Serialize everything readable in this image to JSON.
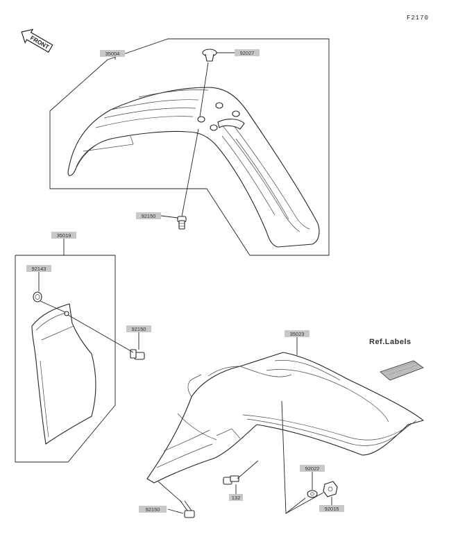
{
  "figure_number": "F2170",
  "front_indicator": "FRONT",
  "ref_labels": "Ref.Labels",
  "part_labels": {
    "front_fender": "35004",
    "cap_top": "92027",
    "bolt_front": "92150",
    "side_cover": "35019",
    "nut_side": "92143",
    "bolt_side": "92150",
    "rear_fender": "35023",
    "bolt_rear_left": "92150",
    "bolt_rear_mid": "132",
    "washer_rear": "92022",
    "nut_rear": "92015"
  },
  "icons": {
    "front_arrow": "front-arrow-icon"
  }
}
